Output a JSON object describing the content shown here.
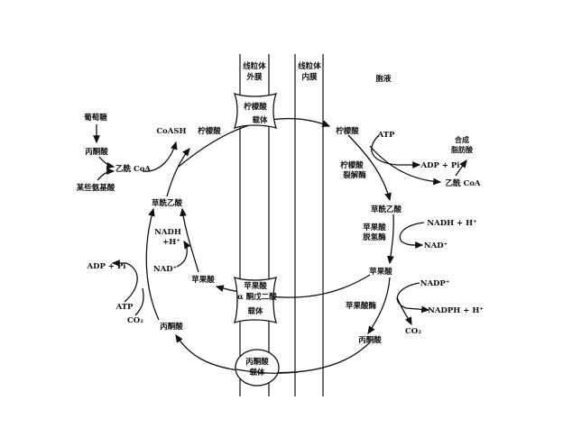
{
  "regions": {
    "outer_membrane": [
      "线粒体",
      "外膜"
    ],
    "inner_membrane": [
      "线粒体",
      "内膜"
    ],
    "cytosol": "胞液"
  },
  "carriers": {
    "citrate": [
      "柠檬酸",
      "载体"
    ],
    "malate_akg": [
      "苹果酸",
      "α 酮戊二酸",
      "载体"
    ],
    "pyruvate": [
      "丙酮酸",
      "载体"
    ]
  },
  "matrix": {
    "glucose": "葡萄糖",
    "pyruvate_top": "丙酮酸",
    "acetyl_coa": "乙酰 CoA",
    "amino_acids": "某些氨基酸",
    "coash": "CoASH",
    "citrate": "柠檬酸",
    "oxaloacetate": "草酰乙酸",
    "nadh": [
      "NADH",
      "+H⁺"
    ],
    "nad": "NAD⁺",
    "malate": "苹果酸",
    "adp_pi": "ADP + Pi",
    "atp": "ATP",
    "co2": "CO₂",
    "pyruvate_bottom": "丙酮酸"
  },
  "cytosol": {
    "citrate": "柠檬酸",
    "atp": "ATP",
    "citrate_lyase": [
      "柠檬酸",
      "裂解酶"
    ],
    "adp_pi": "ADP + Pi",
    "acetyl_coa": "乙酰 CoA",
    "fatty_acid": [
      "合成",
      "脂肪酸"
    ],
    "oxaloacetate": "草酰乙酸",
    "mdh": [
      "苹果酸",
      "脱氢酶"
    ],
    "nadh": "NADH + H⁺",
    "nad": "NAD⁺",
    "malate": "苹果酸",
    "nadp": "NADP⁺",
    "malic_enzyme": "苹果酸酶",
    "nadph": "NADPH + H⁺",
    "co2": "CO₂",
    "pyruvate": "丙酮酸"
  }
}
